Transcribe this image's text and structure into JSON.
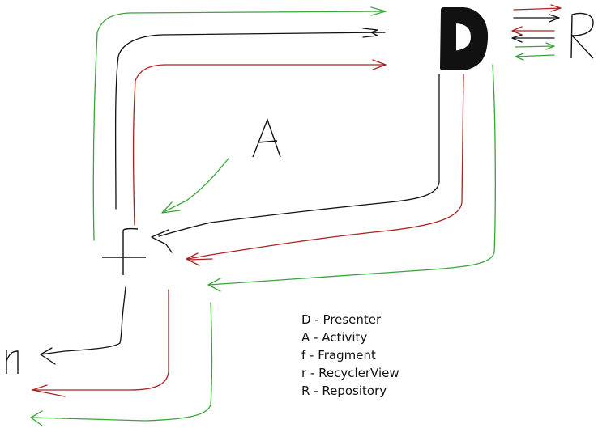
{
  "nodes": {
    "presenter": {
      "label": "D"
    },
    "repository": {
      "label": "R"
    },
    "activity": {
      "label": "A"
    },
    "fragment": {
      "label": "f"
    },
    "recycler": {
      "label": "r"
    }
  },
  "legend": [
    {
      "text": "D - Presenter"
    },
    {
      "text": "A - Activity"
    },
    {
      "text": "f - Fragment"
    },
    {
      "text": "r - RecyclerView"
    },
    {
      "text": "R - Repository"
    }
  ],
  "colors": {
    "green": "#3aa53a",
    "black": "#111111",
    "red": "#b02020",
    "background": "#ffffff"
  }
}
